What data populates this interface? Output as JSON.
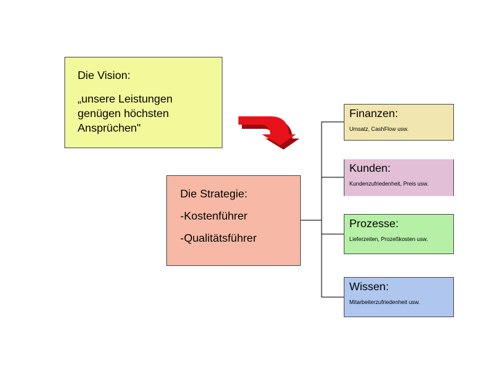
{
  "vision": {
    "title": "Die Vision:",
    "text_lines": [
      "„unsere Leistungen",
      "genügen höchsten",
      "Ansprüchen\""
    ],
    "color": "#f2f99a"
  },
  "strategy": {
    "title": "Die Strategie:",
    "items": [
      "-Kostenführer",
      "-Qualitätsführer"
    ],
    "color": "#f7b9a5"
  },
  "perspectives": [
    {
      "title": "Finanzen:",
      "desc": "Umsatz, CashFlow usw.",
      "color": "#f2e6b0"
    },
    {
      "title": "Kunden:",
      "desc": "Kundenzufriedenheit, Preis usw.",
      "color": "#e2bfd6"
    },
    {
      "title": "Prozesse:",
      "desc": "Lieferzeiten, Prozeßkosten usw.",
      "color": "#b5f0a6"
    },
    {
      "title": "Wissen:",
      "desc": "Mitarbeiterzufriedenheit usw.",
      "color": "#afc6ef"
    }
  ],
  "arrow": {
    "color": "#e8121a",
    "shadow": "#9a0a0f"
  }
}
